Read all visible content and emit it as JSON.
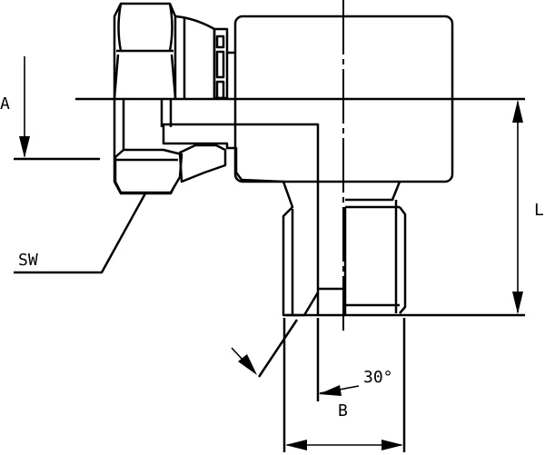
{
  "drawing": {
    "labels": {
      "a": "A",
      "l": "L",
      "sw": "SW",
      "b": "B",
      "angle": "30°"
    }
  }
}
